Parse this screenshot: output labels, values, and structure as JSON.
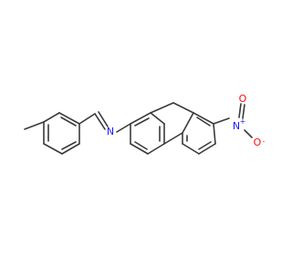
{
  "atoms": {
    "imine_n": {
      "symbol": "N"
    },
    "nitro_n": {
      "symbol": "N",
      "charge": "+"
    },
    "nitro_o_double": {
      "symbol": "O"
    },
    "nitro_o_single": {
      "symbol": "O",
      "charge": "-"
    }
  },
  "colors": {
    "bond": "#3a3a3a",
    "nitrogen": "#1a1aff",
    "oxygen": "#ff0d0d"
  }
}
